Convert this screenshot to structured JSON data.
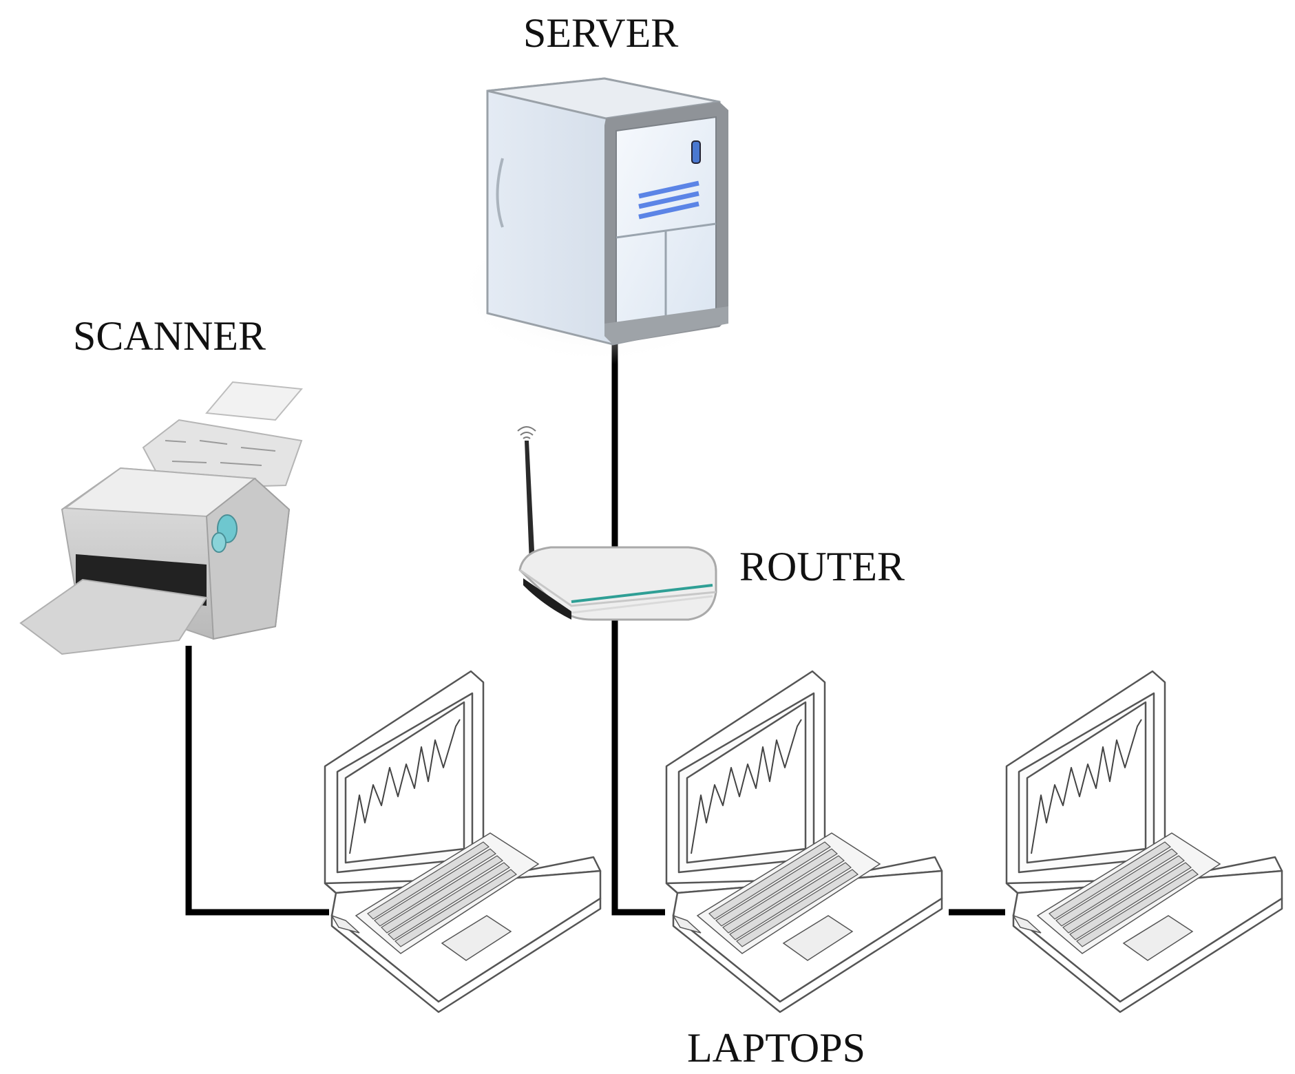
{
  "labels": {
    "server": "SERVER",
    "scanner": "SCANNER",
    "router": "ROUTER",
    "laptops": "LAPTOPS"
  },
  "nodes": [
    {
      "id": "server",
      "icon": "server-tower-icon",
      "label": "SERVER"
    },
    {
      "id": "scanner",
      "icon": "document-scanner-icon",
      "label": "SCANNER"
    },
    {
      "id": "router",
      "icon": "wireless-router-icon",
      "label": "ROUTER"
    },
    {
      "id": "laptop-1",
      "icon": "laptop-icon"
    },
    {
      "id": "laptop-2",
      "icon": "laptop-icon"
    },
    {
      "id": "laptop-3",
      "icon": "laptop-icon"
    }
  ],
  "edges": [
    {
      "from": "server",
      "to": "router"
    },
    {
      "from": "router",
      "to": "laptop-2"
    },
    {
      "from": "scanner",
      "to": "laptop-1"
    },
    {
      "from": "laptop-2",
      "to": "laptop-3"
    }
  ],
  "colors": {
    "cable": "#000000",
    "server_body": "#eef3f9",
    "server_frame": "#8f9398",
    "server_stripes": "#5b84e6",
    "device_grey": "#d2d2d2",
    "router_stripe": "#2f9f95",
    "scanner_button": "#6ec7cf",
    "laptop_line": "#555555"
  }
}
